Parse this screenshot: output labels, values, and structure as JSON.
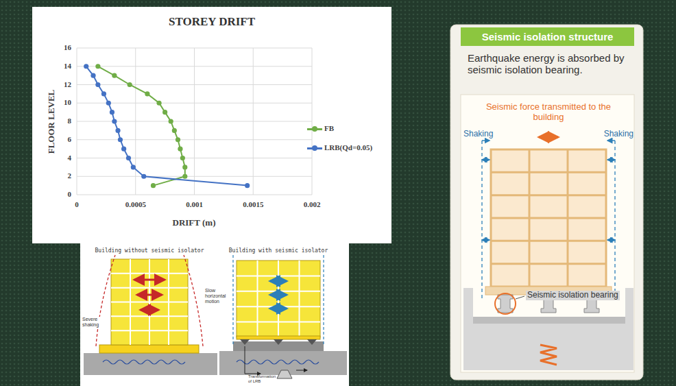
{
  "diagram": {
    "nodes": [
      {
        "text": [
          "Seismic isolation structure"
        ]
      }
    ],
    "labels": [
      "STOREY DRIFT",
      "0",
      "2",
      "4",
      "6",
      "8",
      "10",
      "12",
      "14",
      "16",
      "0",
      "0.0005",
      "0.001",
      "0.0015",
      "0.002",
      "DRIFT (m)",
      "FLOOR LEVEL",
      "Building without seismic isolator",
      "Building with seismic isolator",
      "Severe shaking",
      "Slow horizontal motion",
      "Transformation of LRB",
      "Earthquake energy is absorbed by seismic isolation bearing.",
      "Seismic force transmitted to the building",
      "Shaking",
      "Shaking",
      "Seismic isolation bearing"
    ],
    "legend": [
      {
        "text": "FB",
        "color": "#70ad47"
      },
      {
        "text": "LRB(Qd=0.05)",
        "color": "#4472c4"
      }
    ]
  }
}
